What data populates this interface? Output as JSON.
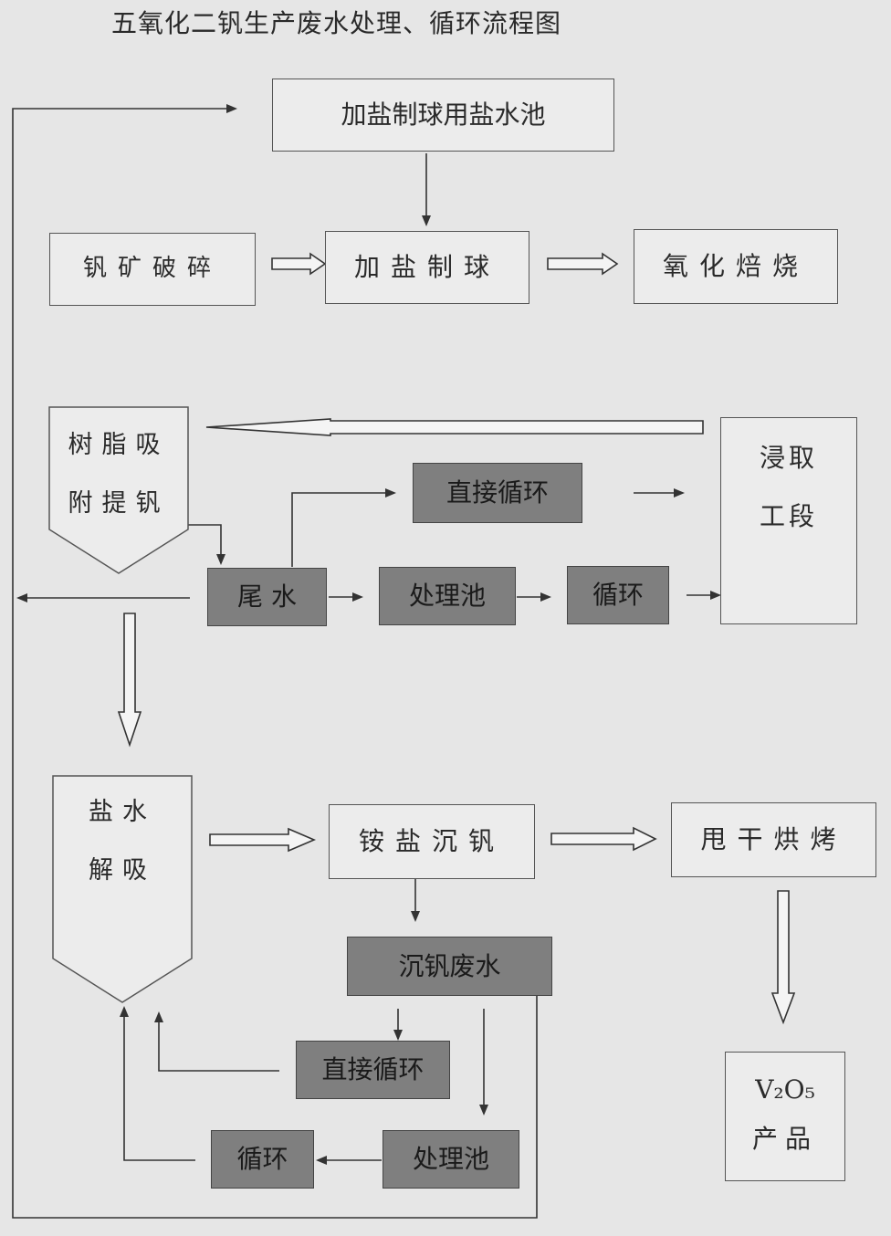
{
  "title": "五氧化二钒生产废水处理、循环流程图",
  "nodes": {
    "brine_pool": "加盐制球用盐水池",
    "crushing": "钒矿破碎",
    "pelletizing": "加盐制球",
    "roasting": "氧化焙烧",
    "resin_adsorption_line1": "树脂吸",
    "resin_adsorption_line2": "附提钒",
    "leaching_line1": "浸取",
    "leaching_line2": "工段",
    "direct_cycle_top": "直接循环",
    "tail_water": "尾 水",
    "treatment_top": "处理池",
    "cycle_top": "循环",
    "brine_desorption_line1": "盐水",
    "brine_desorption_line2": "解吸",
    "ammonium_precipitation": "铵盐沉钒",
    "drying": "甩干烘烤",
    "precip_wastewater": "沉钒废水",
    "direct_cycle_bottom": "直接循环",
    "treatment_bottom": "处理池",
    "cycle_bottom": "循环",
    "product_formula": "V₂O₅",
    "product_label": "产品"
  }
}
